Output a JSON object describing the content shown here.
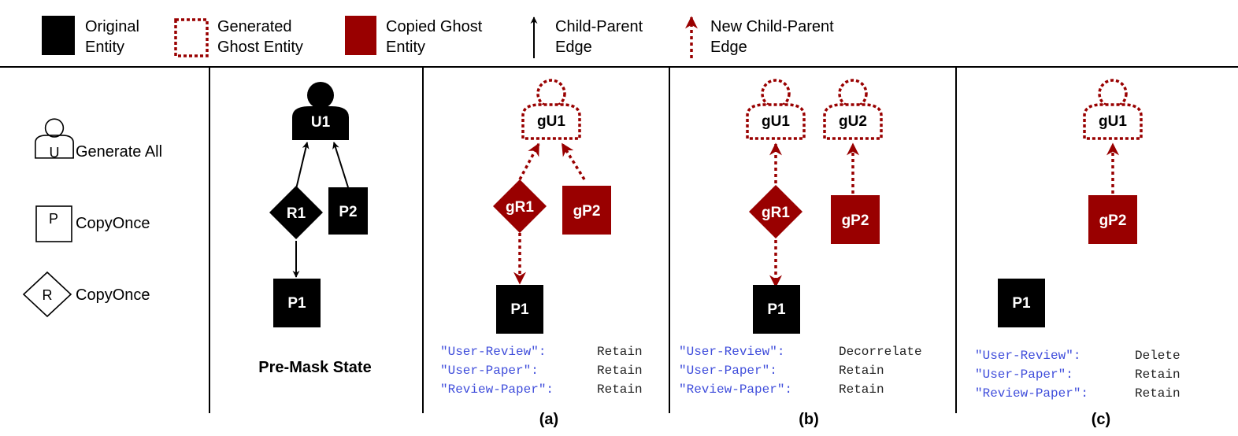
{
  "legend": {
    "original_entity": "Original\nEntity",
    "generated_ghost_entity": "Generated\nGhost Entity",
    "copied_ghost_entity": "Copied Ghost\nEntity",
    "child_parent_edge": "Child-Parent\nEdge",
    "new_child_parent_edge": "New Child-Parent\nEdge"
  },
  "policy_key": {
    "user_glyph": "U",
    "user_policy": "Generate All",
    "paper_glyph": "P",
    "paper_policy": "CopyOnce",
    "review_glyph": "R",
    "review_policy": "CopyOnce"
  },
  "premask": {
    "caption": "Pre-Mask State",
    "nodes": {
      "u1": "U1",
      "r1": "R1",
      "p2": "P2",
      "p1": "P1"
    }
  },
  "panel_a": {
    "caption": "(a)",
    "nodes": {
      "gu1": "gU1",
      "gr1": "gR1",
      "gp2": "gP2",
      "p1": "P1"
    },
    "rows": [
      {
        "key": "\"User-Review\":",
        "value": "Retain"
      },
      {
        "key": "\"User-Paper\":",
        "value": "Retain"
      },
      {
        "key": "\"Review-Paper\":",
        "value": "Retain"
      }
    ]
  },
  "panel_b": {
    "caption": "(b)",
    "nodes": {
      "gu1": "gU1",
      "gu2": "gU2",
      "gr1": "gR1",
      "gp2": "gP2",
      "p1": "P1"
    },
    "rows": [
      {
        "key": "\"User-Review\":",
        "value": "Decorrelate"
      },
      {
        "key": "\"User-Paper\":",
        "value": "Retain"
      },
      {
        "key": "\"Review-Paper\":",
        "value": "Retain"
      }
    ]
  },
  "panel_c": {
    "caption": "(c)",
    "nodes": {
      "gu1": "gU1",
      "gp2": "gP2",
      "p1": "P1"
    },
    "rows": [
      {
        "key": "\"User-Review\":",
        "value": "Delete"
      },
      {
        "key": "\"User-Paper\":",
        "value": "Retain"
      },
      {
        "key": "\"Review-Paper\":",
        "value": "Retain"
      }
    ]
  },
  "colors": {
    "original": "#000000",
    "ghost": "#990000",
    "key_text": "#3f4ddb"
  }
}
